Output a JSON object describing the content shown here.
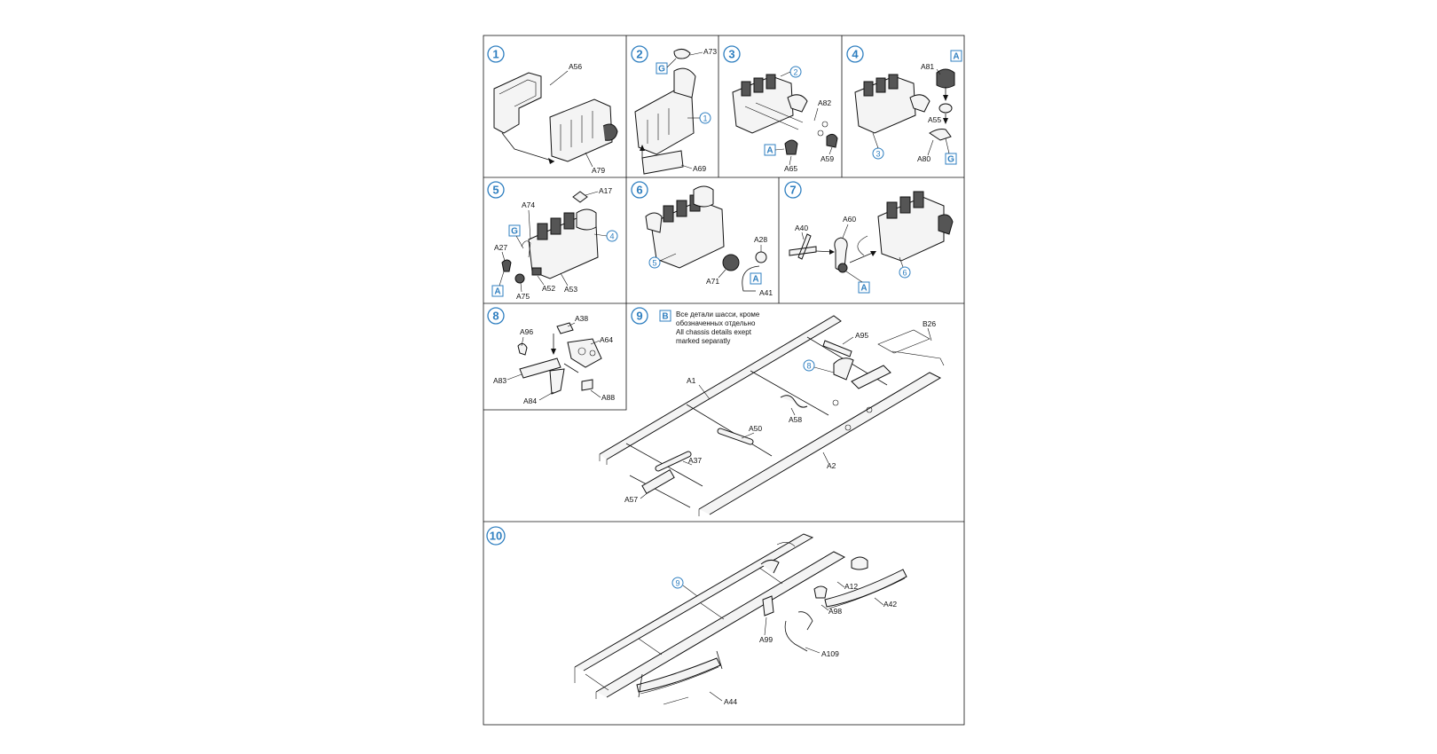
{
  "sheet": {
    "steps": [
      {
        "num": "1",
        "parts": [
          "A56",
          "A79"
        ]
      },
      {
        "num": "2",
        "parts": [
          "A73",
          "A69"
        ],
        "refs": [
          "1"
        ],
        "letters": [
          "G"
        ]
      },
      {
        "num": "3",
        "parts": [
          "A82",
          "A65",
          "A59"
        ],
        "refs": [
          "2"
        ],
        "letters": [
          "A"
        ]
      },
      {
        "num": "4",
        "parts": [
          "A81",
          "A55",
          "A80"
        ],
        "refs": [
          "3"
        ],
        "letters": [
          "A",
          "G"
        ]
      },
      {
        "num": "5",
        "parts": [
          "A17",
          "A74",
          "A27",
          "A75",
          "A52",
          "A53"
        ],
        "refs": [
          "4"
        ],
        "letters": [
          "G",
          "A"
        ]
      },
      {
        "num": "6",
        "parts": [
          "A28",
          "A71",
          "A41"
        ],
        "refs": [
          "5"
        ],
        "letters": [
          "A"
        ]
      },
      {
        "num": "7",
        "parts": [
          "A40",
          "A60"
        ],
        "refs": [
          "6"
        ],
        "letters": [
          "A"
        ]
      },
      {
        "num": "8",
        "parts": [
          "A38",
          "A96",
          "A64",
          "A83",
          "A84",
          "A88"
        ]
      },
      {
        "num": "9",
        "parts": [
          "B26",
          "A95",
          "A1",
          "A58",
          "A50",
          "A37",
          "A2",
          "A57"
        ],
        "refs": [
          "8"
        ],
        "letters": [
          "B"
        ],
        "note": [
          "Все детали шасси, кроме",
          "обозначенных отдельно",
          "All chassis details exept",
          "marked separatly"
        ]
      },
      {
        "num": "10",
        "parts": [
          "A12",
          "A98",
          "A42",
          "A99",
          "A109",
          "A44"
        ],
        "refs": [
          "9"
        ]
      }
    ]
  },
  "colors": {
    "accent": "#2f7fc0",
    "line": "#111111"
  }
}
